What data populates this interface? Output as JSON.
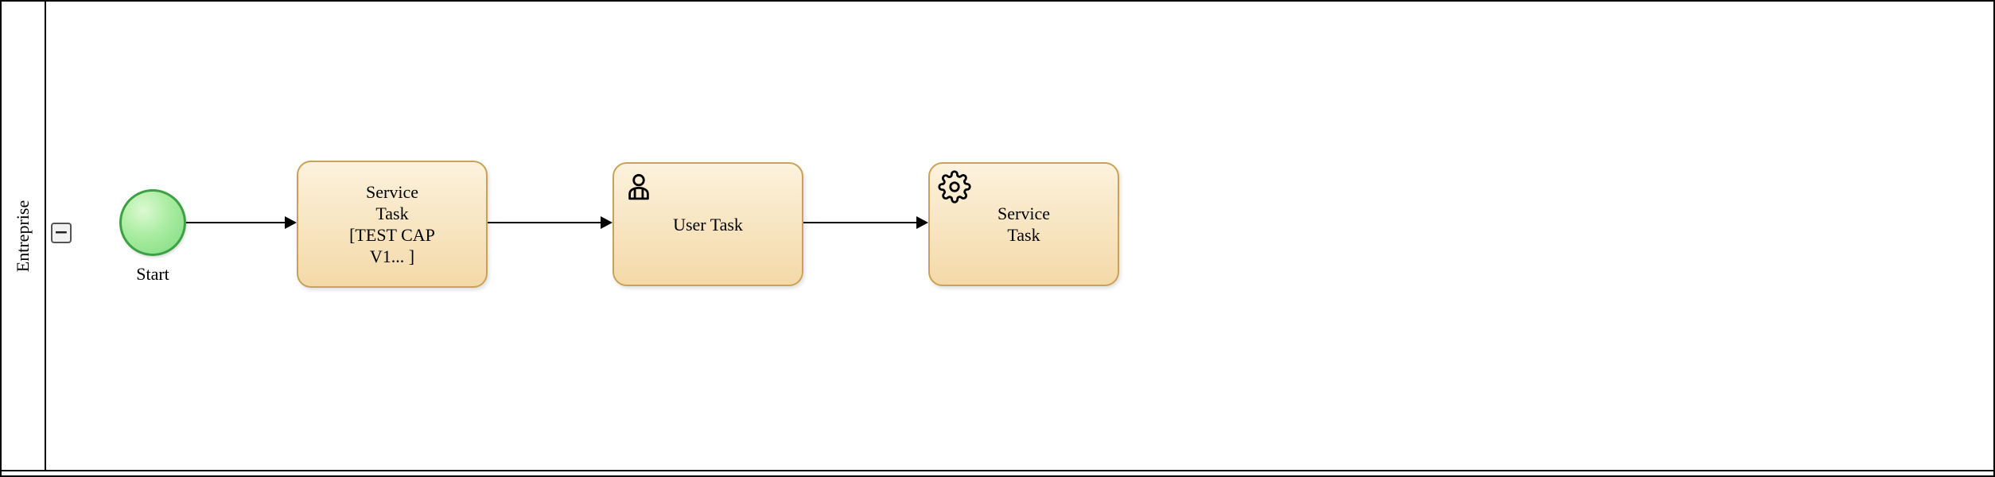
{
  "lane": {
    "name": "Entreprise",
    "collapse_label": "−"
  },
  "colors": {
    "task_fill_top": "#FCF2DD",
    "task_fill_bottom": "#F3D9A8",
    "task_border": "#C9A258",
    "start_fill_center": "#DCF9D2",
    "start_fill_edge": "#7EDB80",
    "start_border": "#3CA045",
    "flow_color": "#000000"
  },
  "nodes": {
    "start_event": {
      "label": "Start"
    },
    "task1": {
      "type": "service",
      "label": "Service\nTask\n[TEST CAP\nV1... ]"
    },
    "task2": {
      "type": "user",
      "label": "User Task"
    },
    "task3": {
      "type": "service",
      "label": "Service\nTask"
    }
  },
  "icons": {
    "task2_icon": "user-icon",
    "task3_icon": "gear-icon"
  }
}
